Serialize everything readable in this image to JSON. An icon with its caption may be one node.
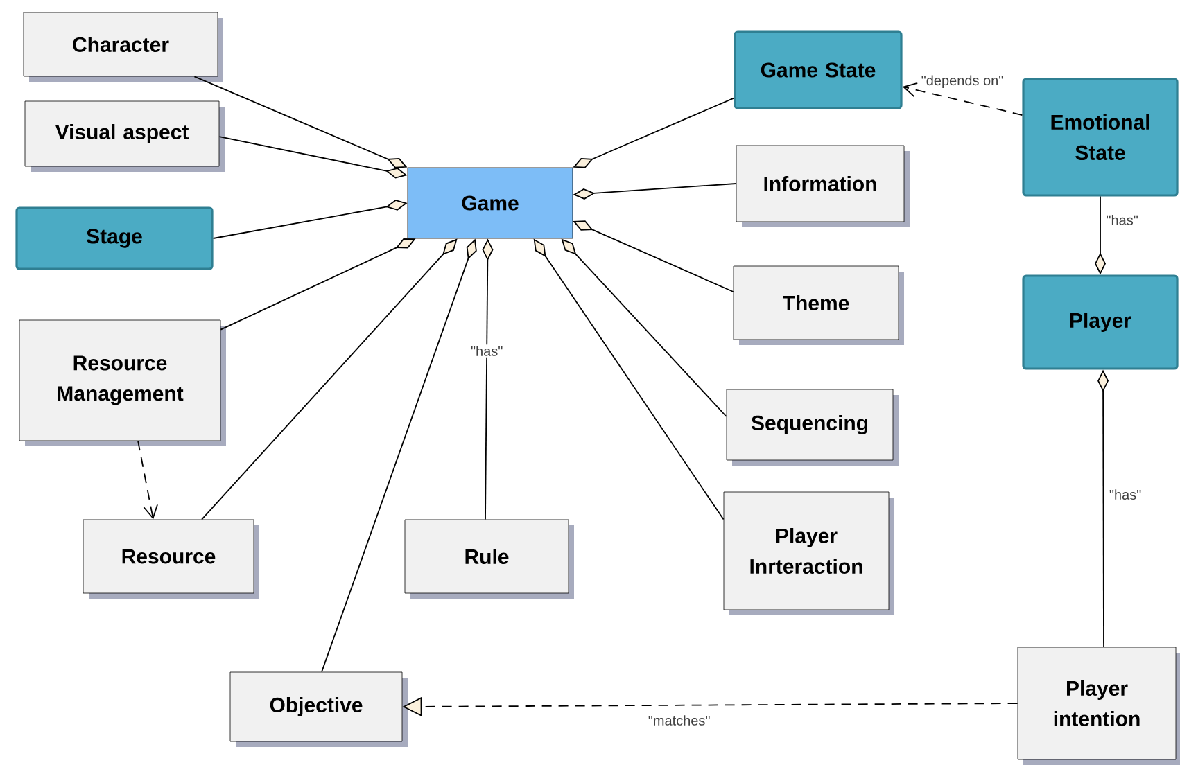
{
  "diagram": {
    "nodes": [
      {
        "text": [
          "Game"
        ]
      },
      {
        "text": [
          "Character"
        ]
      },
      {
        "text": [
          "Visual aspect"
        ]
      },
      {
        "text": [
          "Stage"
        ]
      },
      {
        "text": [
          "Resource Management"
        ]
      },
      {
        "text": [
          "Resource"
        ]
      },
      {
        "text": [
          "Rule"
        ]
      },
      {
        "text": [
          "Objective"
        ]
      },
      {
        "text": [
          "Game State"
        ]
      },
      {
        "text": [
          "Information"
        ]
      },
      {
        "text": [
          "Theme"
        ]
      },
      {
        "text": [
          "Sequencing"
        ]
      },
      {
        "text": [
          "Player Inrteraction"
        ]
      },
      {
        "text": [
          "Emotional State"
        ]
      },
      {
        "text": [
          "Player"
        ]
      },
      {
        "text": [
          "Player intention"
        ]
      }
    ],
    "edges": [
      {
        "from": 1,
        "to": 0,
        "arrow": "other"
      },
      {
        "from": 2,
        "to": 0,
        "arrow": "other"
      },
      {
        "from": 3,
        "to": 0,
        "arrow": "other"
      },
      {
        "from": 4,
        "to": 0,
        "arrow": "other"
      },
      {
        "from": 5,
        "to": 0,
        "arrow": "other"
      },
      {
        "from": 7,
        "to": 0,
        "arrow": "other"
      },
      {
        "from": 6,
        "to": 0,
        "arrow": "other",
        "label": "\"has\""
      },
      {
        "from": 12,
        "to": 0,
        "arrow": "other"
      },
      {
        "from": 11,
        "to": 0,
        "arrow": "other"
      },
      {
        "from": 10,
        "to": 0,
        "arrow": "other"
      },
      {
        "from": 9,
        "to": 0,
        "arrow": "other"
      },
      {
        "from": 8,
        "to": 0,
        "arrow": "other"
      },
      {
        "from": 13,
        "to": 8,
        "arrow": "to",
        "style": "dashed",
        "label": "\"depends on\""
      },
      {
        "from": 13,
        "to": 14,
        "arrow": "other",
        "label": "\"has\""
      },
      {
        "from": 15,
        "to": 14,
        "arrow": "other",
        "label": "\"has\""
      },
      {
        "from": 4,
        "to": 5,
        "arrow": "to",
        "style": "dashed"
      },
      {
        "from": 15,
        "to": 7,
        "arrow": "to",
        "style": "dashed",
        "label": "\"matches\""
      }
    ]
  }
}
